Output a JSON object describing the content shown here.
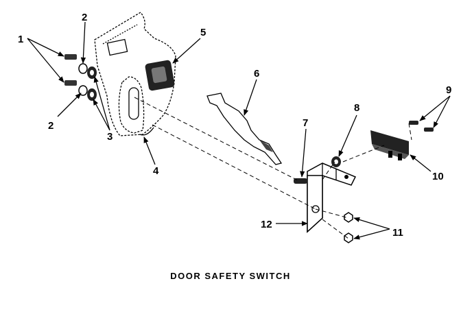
{
  "title": "DOOR SAFETY SWITCH",
  "labels": {
    "l1": "1",
    "l2a": "2",
    "l2b": "2",
    "l3": "3",
    "l4": "4",
    "l5": "5",
    "l6": "6",
    "l7": "7",
    "l8": "8",
    "l9": "9",
    "l10": "10",
    "l11": "11",
    "l12": "12"
  }
}
